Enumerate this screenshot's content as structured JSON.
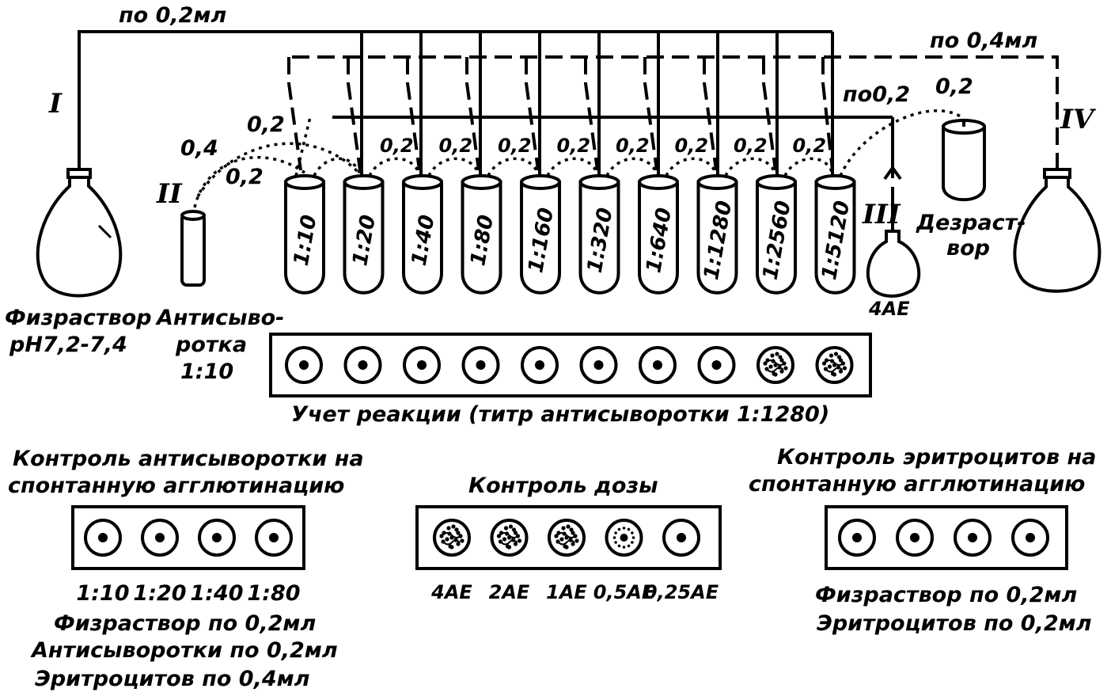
{
  "top_line_label": "по 0,2мл",
  "top_right_line_label": "по 0,4мл",
  "roman": {
    "I": "I",
    "II": "II",
    "III": "III",
    "IV": "IV"
  },
  "flask_left_label": [
    "Физраствор",
    "рН7,2-7,4"
  ],
  "antiserum_label": [
    "Антисыво-",
    "ротка",
    "1:10"
  ],
  "volumes": {
    "v04": "0,4",
    "v02a": "0,2",
    "v02b": "0,2",
    "po02": "по0,2",
    "v02c": "0,2"
  },
  "transfer_volume": "0,2",
  "tubes": [
    "1:10",
    "1:20",
    "1:40",
    "1:80",
    "1:160",
    "1:320",
    "1:640",
    "1:1280",
    "1:2560",
    "1:5120"
  ],
  "antigen_label": "4АЕ",
  "disinfect_label": [
    "Дезраст-",
    "вор"
  ],
  "reaction_caption": "Учет реакции (титр антисыворотки 1:1280)",
  "reaction_wells": [
    "negative",
    "negative",
    "negative",
    "negative",
    "negative",
    "negative",
    "negative",
    "negative",
    "positive",
    "positive"
  ],
  "control_serum": {
    "title": [
      "Контроль антисыворотки на",
      "спонтанную агглютинацию"
    ],
    "wells": [
      "negative",
      "negative",
      "negative",
      "negative"
    ],
    "labels": [
      "1:10",
      "1:20",
      "1:40",
      "1:80"
    ],
    "notes": [
      "Физраствор по 0,2мл",
      "Антисыворотки по 0,2мл",
      "Эритроцитов по 0,4мл"
    ]
  },
  "control_dose": {
    "title": "Контроль дозы",
    "wells": [
      "positive",
      "positive",
      "positive",
      "partial",
      "negative"
    ],
    "labels": [
      "4АЕ",
      "2АЕ",
      "1АЕ",
      "0,5АЕ",
      "0,25АЕ"
    ]
  },
  "control_erythro": {
    "title": [
      "Контроль эритроцитов на",
      "спонтанную агглютинацию"
    ],
    "wells": [
      "negative",
      "negative",
      "negative",
      "negative"
    ],
    "notes": [
      "Физраствор по 0,2мл",
      "Эритроцитов по 0,2мл"
    ]
  }
}
